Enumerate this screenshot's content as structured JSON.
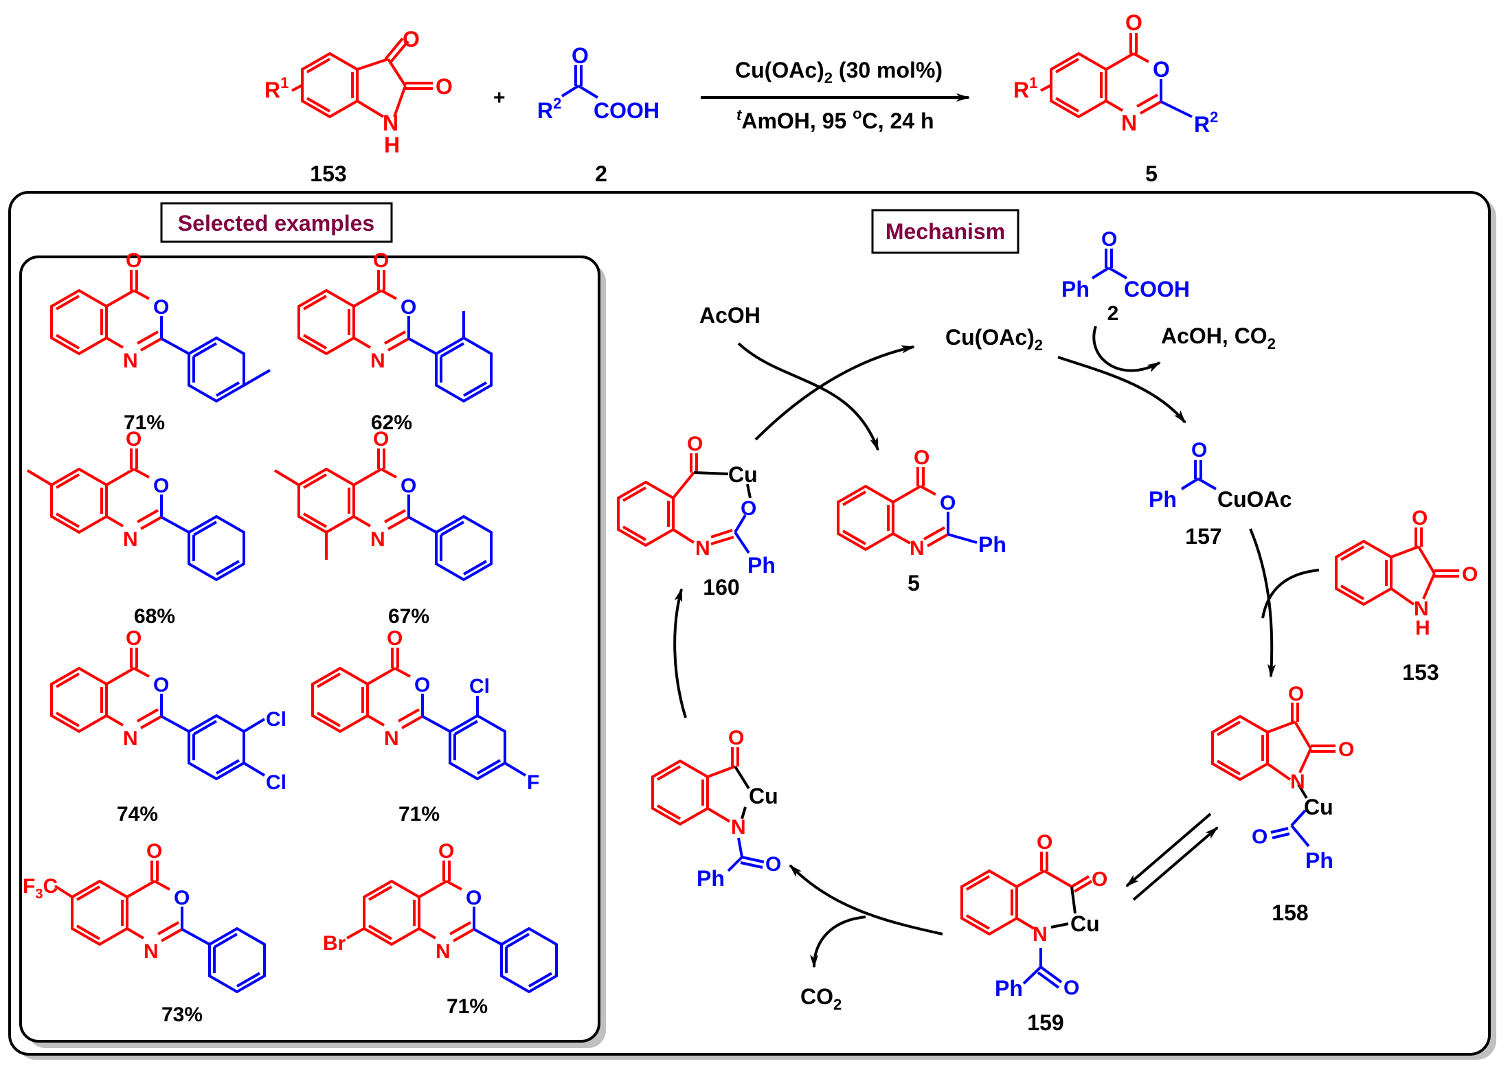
{
  "colors": {
    "isatin_fragment": "#ff0000",
    "acid_fragment": "#0000ff",
    "text": "#000000",
    "box_title_text": "#800040",
    "panel_shadow": "#c0c0c0"
  },
  "scheme": {
    "compound_153": "153",
    "compound_2": "2",
    "compound_5": "5",
    "plus": "+",
    "reagent": "Cu(OAc)",
    "reagent_sub": "2",
    "reagent_loading": " (30 mol%)",
    "solvent_sup": "t",
    "solvent": "AmOH, 95 ",
    "temp_sup": "o",
    "temp_rest": "C, 24 h",
    "R1": "R",
    "R1_sup": "1",
    "R2": "R",
    "R2_sup": "2",
    "cooh": "COOH"
  },
  "examples_panel": {
    "title": "Selected examples",
    "items": [
      {
        "yield": "71%"
      },
      {
        "yield": "62%"
      },
      {
        "yield": "68%"
      },
      {
        "yield": "67%"
      },
      {
        "yield": "74%",
        "subst": [
          "Cl",
          "Cl"
        ]
      },
      {
        "yield": "71%",
        "subst": [
          "Cl",
          "F"
        ]
      },
      {
        "yield": "73%",
        "subst": [
          "F",
          "3",
          "C"
        ]
      },
      {
        "yield": "71%",
        "subst": [
          "Br"
        ]
      }
    ]
  },
  "mechanism": {
    "title": "Mechanism",
    "cu_oac2": "Cu(OAc)",
    "cu_oac2_sub": "2",
    "acoh": "AcOH",
    "acoh_co2": "AcOH, CO",
    "acoh_co2_sub": "2",
    "co2": "CO",
    "co2_sub": "2",
    "ph": "Ph",
    "cooh": "COOH",
    "cu": "Cu",
    "cuoac": "CuOAc",
    "compound_2": "2",
    "compound_5": "5",
    "compound_153": "153",
    "compound_157": "157",
    "compound_158": "158",
    "compound_159": "159",
    "compound_160": "160"
  },
  "atoms": {
    "O": "O",
    "N": "N",
    "H": "H"
  }
}
